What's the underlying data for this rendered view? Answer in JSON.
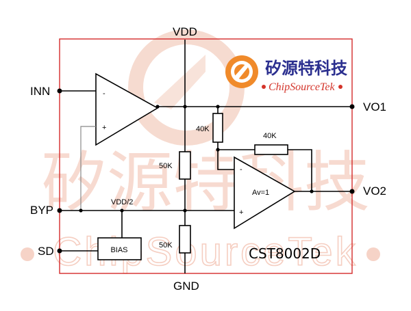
{
  "pins": {
    "vdd": "VDD",
    "gnd": "GND",
    "inn": "INN",
    "byp": "BYP",
    "sd": "SD",
    "vo1": "VO1",
    "vo2": "VO2"
  },
  "components": {
    "r_top_feedback": "40K",
    "r_feedback": "40K",
    "r_divider_top": "50K",
    "r_divider_bottom": "50K",
    "bias": "BIAS",
    "vdd_half": "VDD/2",
    "gain_label": "Av=1",
    "amp1_minus": "-",
    "amp1_plus": "+",
    "amp2_minus": "-",
    "amp2_plus": "+"
  },
  "part_number": "CST8002D",
  "logo": {
    "chinese": "矽源特科技",
    "english": "ChipSourceTek"
  },
  "colors": {
    "chip_border": "#d42a2a",
    "watermark": "#f6d3c7",
    "logo_cn": "#2b2f8f",
    "logo_en": "#d4342a",
    "logo_orange": "#f08a2a"
  }
}
